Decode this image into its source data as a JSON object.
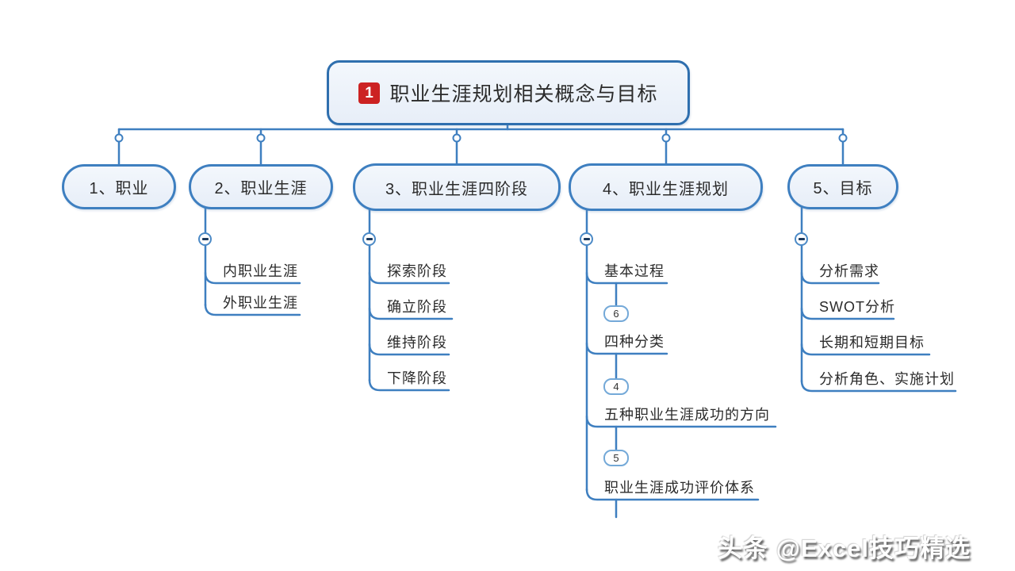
{
  "root": {
    "badge": "1",
    "title": "职业生涯规划相关概念与目标"
  },
  "topics": [
    {
      "label": "1、职业"
    },
    {
      "label": "2、职业生涯",
      "children": [
        "内职业生涯",
        "外职业生涯"
      ]
    },
    {
      "label": "3、职业生涯四阶段",
      "children": [
        "探索阶段",
        "确立阶段",
        "维持阶段",
        "下降阶段"
      ]
    },
    {
      "label": "4、职业生涯规划",
      "children": [
        "基本过程",
        "四种分类",
        "五种职业生涯成功的方向",
        "职业生涯成功评价体系"
      ],
      "collapsed_counts": [
        "6",
        "4",
        "5"
      ]
    },
    {
      "label": "5、目标",
      "children": [
        "分析需求",
        "SWOT分析",
        "长期和短期目标",
        "分析角色、实施计划"
      ]
    }
  ],
  "watermark": "头条 @Excel技巧精选",
  "colors": {
    "branch_line": "#3e7fc0",
    "node_border": "#3e7fc0",
    "node_fill": "#e9eff8",
    "badge_red": "#cc2222",
    "text": "#2b2b2b"
  }
}
